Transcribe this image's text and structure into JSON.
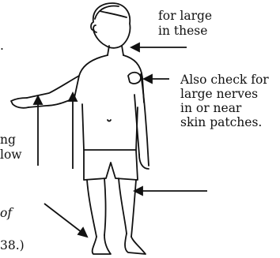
{
  "left_text": {
    "line1": "for large",
    "line2": "in these",
    "line3": ".",
    "line4": "ng",
    "line5": "low",
    "line6": "of",
    "line7": "38.)"
  },
  "right_note": {
    "line1": "Also check for",
    "line2": "large nerves",
    "line3": "in or near",
    "line4": "skin patches."
  }
}
